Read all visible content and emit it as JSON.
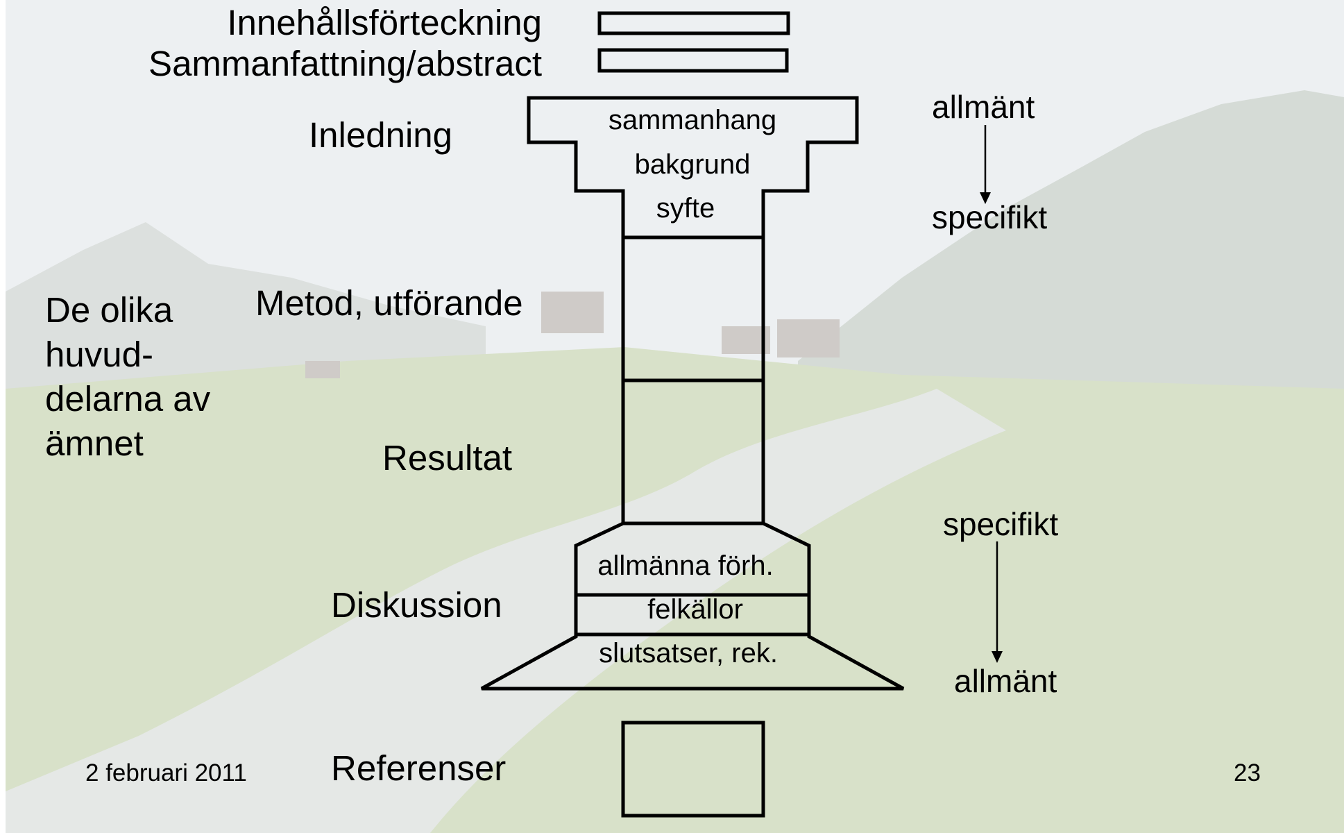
{
  "labels": {
    "contents": "Innehållsförteckning",
    "abstract": "Sammanfattning/abstract",
    "introduction": "Inledning",
    "method": "Metod, utförande",
    "results": "Resultat",
    "discussion": "Diskussion",
    "references": "Referenser"
  },
  "main_parts": [
    "De olika",
    "huvud-",
    "delarna av",
    "ämnet"
  ],
  "introduction_items": [
    "sammanhang",
    "bakgrund",
    "syfte"
  ],
  "discussion_items": [
    "allmänna förh.",
    "felkällor",
    "slutsatser, rek."
  ],
  "scope_top": {
    "from": "allmänt",
    "to": "specifikt"
  },
  "scope_bottom": {
    "from": "specifikt",
    "to": "allmänt"
  },
  "footer": {
    "date": "2 februari 2011",
    "page": "23"
  },
  "colors": {
    "sky": "#dce4ea",
    "mountain": "#c3cac6",
    "meadow": "#b9cba0",
    "river": "#d6dbd8",
    "ink": "#000000"
  }
}
